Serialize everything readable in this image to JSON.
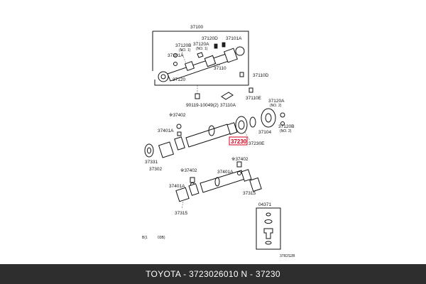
{
  "labels": {
    "assy_37100": "37100",
    "p37120D": "37120D",
    "p37101A_top": "37101A",
    "p37120B_left": "37120B",
    "no1_a": "(NO. 1)",
    "p37120A_left": "37120A",
    "no1_b": "(NO. 1)",
    "p37101A_left": "37101A",
    "p37110": "37110",
    "p37120": "37120",
    "p37110D": "37110D",
    "p37110E": "37110E",
    "bolt_90119": "90119-10049(2)",
    "p37110A": "37110A",
    "p37120A_right": "37120A",
    "no2_a": "(NO. 2)",
    "p37402_a": "※37402",
    "p37401A_a": "37401A",
    "p37104": "37104",
    "p37120B_right": "37120B",
    "no2_b": "(NO. 2)",
    "p37230_hl": "37230",
    "p37230E": "37230E",
    "p37331": "37331",
    "p37302": "37302",
    "p37402_b": "※37402",
    "p37402_c": "※37402",
    "p37401A_b": "37401A",
    "p37401A_c": "37401A",
    "p37315_a": "37315",
    "p37315_b": "37315",
    "p04371": "04371",
    "footnote_left": "B(1",
    "footnote_right": "03B)",
    "figure_code": "37R2S2B"
  },
  "highlight_color": "#d6001c",
  "caption": "TOYOTA - 3723026010     N - 37230"
}
